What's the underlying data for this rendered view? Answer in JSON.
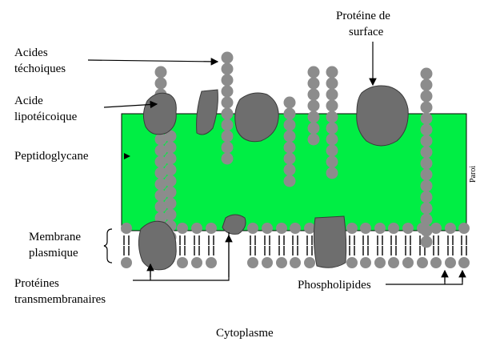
{
  "labels": {
    "teichoic_1": "Acides",
    "teichoic_2": "téchoiques",
    "lipo_1": "Acide",
    "lipo_2": "lipotéicoique",
    "peptido": "Peptidoglycane",
    "surface_1": "Protéine de",
    "surface_2": "surface",
    "membrane_1": "Membrane",
    "membrane_2": "plasmique",
    "transmembrane_1": "Protéines",
    "transmembrane_2": "transmembranaires",
    "phospholipids": "Phospholipides",
    "cytoplasm": "Cytoplasme",
    "wall_side": "Paroi"
  },
  "colors": {
    "peptidoglycan": "#00ee44",
    "peptidoglycan_border": "#000000",
    "bead": "#8c8c8c",
    "protein": "#6e6e6e",
    "line": "#000000"
  }
}
